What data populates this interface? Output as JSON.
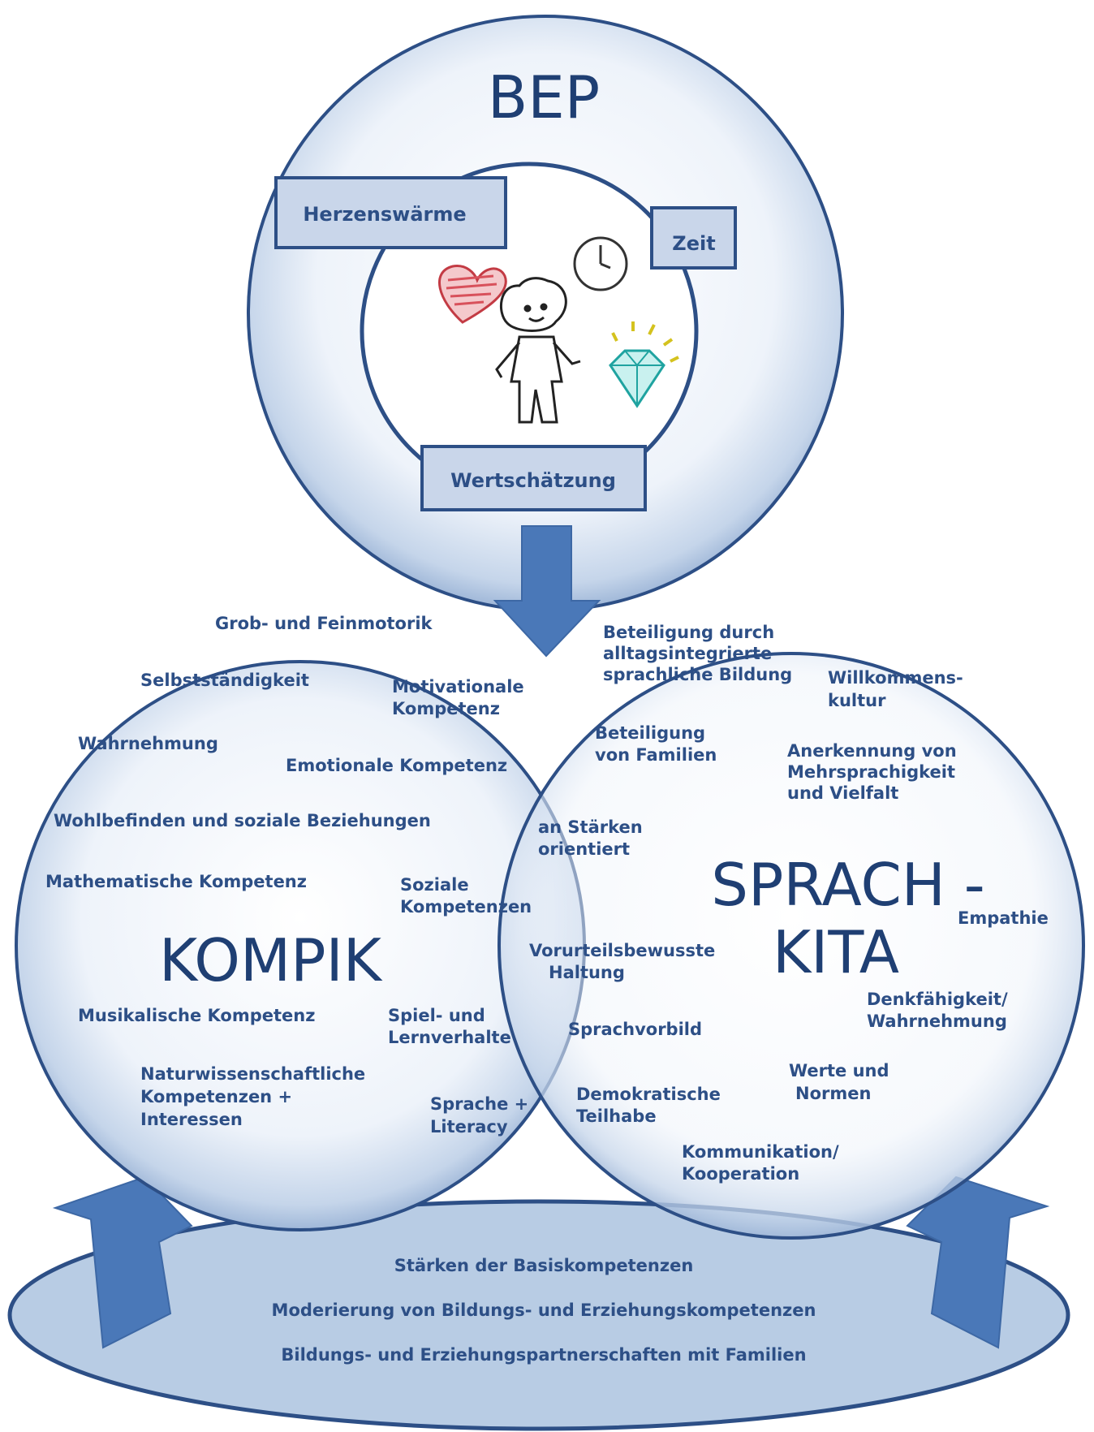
{
  "bep": {
    "title": "BEP",
    "box_left": "Herzenswärme",
    "box_right": "Zeit",
    "box_bottom": "Wertschätzung"
  },
  "kompik": {
    "title": "KOMPIK",
    "items": [
      "Grob- und Feinmotorik",
      "Selbstständigkeit",
      "Motivationale",
      "Kompetenz",
      "Wahrnehmung",
      "Emotionale Kompetenz",
      "Wohlbefinden und soziale Beziehungen",
      "Mathematische Kompetenz",
      "Soziale",
      "Kompetenzen",
      "Musikalische Kompetenz",
      "Spiel- und",
      "Lernverhalte",
      "Naturwissenschaftliche",
      "Kompetenzen +",
      "Interessen",
      "Sprache +",
      "Literacy"
    ]
  },
  "overlap": {
    "items": [
      "Beteiligung",
      "von Familien",
      "an Stärken",
      "orientiert",
      "Vorurteilsbewusste",
      "Haltung",
      "Sprachvorbild",
      "Demokratische",
      "Teilhabe"
    ]
  },
  "sprachkita": {
    "title_line1": "SPRACH -",
    "title_line2": "KITA",
    "items": [
      "Beteiligung durch",
      "alltagsintegrierte",
      "sprachliche Bildung",
      "Willkommens-",
      "kultur",
      "Anerkennung von",
      "Mehrsprachigkeit",
      "und Vielfalt",
      "Empathie",
      "Denkfähigkeit/",
      "Wahrnehmung",
      "Werte und",
      "Normen",
      "Kommunikation/",
      "Kooperation"
    ]
  },
  "base": {
    "items": [
      "Stärken der Basiskompetenzen",
      "Moderierung von Bildungs- und Erziehungskompetenzen",
      "Bildungs- und Erziehungspartnerschaften mit Familien"
    ]
  },
  "icons": [
    "heart-icon",
    "clock-icon",
    "child-icon",
    "diamond-icon",
    "arrow-down-icon",
    "arrow-up-icon"
  ],
  "colors": {
    "text": "#2d4f86",
    "title": "#1f3f73",
    "circle_fill": "#dce6f2",
    "arrow": "#4a78b8",
    "box_fill": "#c9d6ea",
    "ellipse_fill": "#b8cce4"
  }
}
